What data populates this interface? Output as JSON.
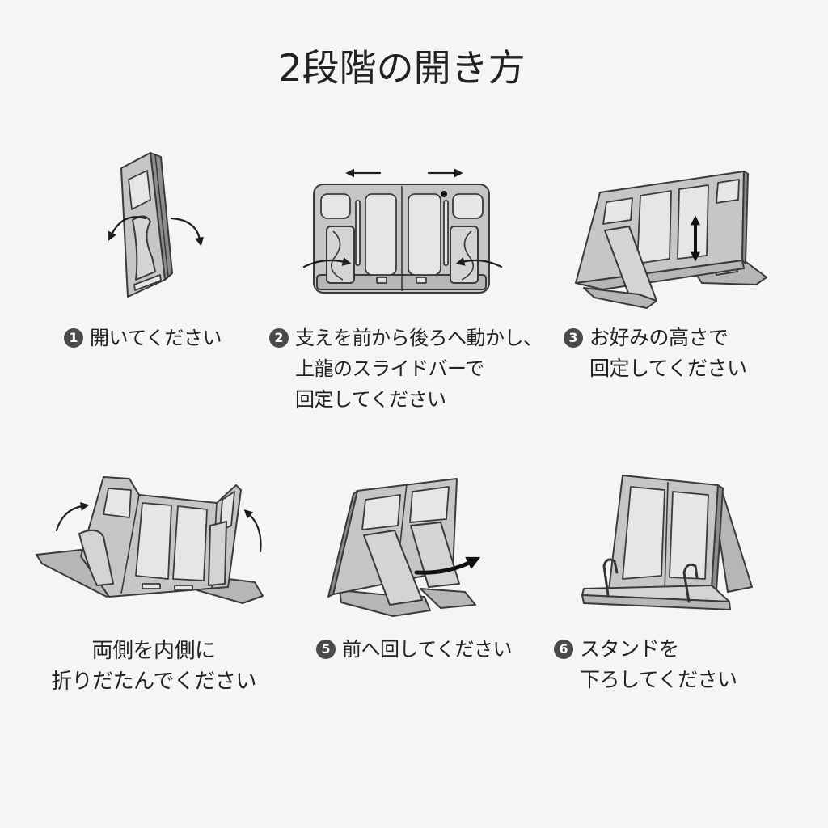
{
  "title": "2段階の開き方",
  "steps": [
    {
      "number": "1",
      "lines": [
        "開いてください"
      ]
    },
    {
      "number": "2",
      "lines": [
        "支えを前から後ろへ動かし、",
        "上龍のスライドバーで",
        "回定してください"
      ]
    },
    {
      "number": "3",
      "lines": [
        "お好みの高さで",
        "回定してください"
      ]
    },
    {
      "lines": [
        "両側を内側に",
        "折りだたんでください"
      ]
    },
    {
      "number": "5",
      "lines": [
        "前へ回してください"
      ]
    },
    {
      "number": "6",
      "lines": [
        "スタンドを",
        "下ろしてください"
      ]
    }
  ],
  "colors": {
    "background": "#f5f5f5",
    "text": "#222222",
    "badge": "#4a4a4a"
  }
}
